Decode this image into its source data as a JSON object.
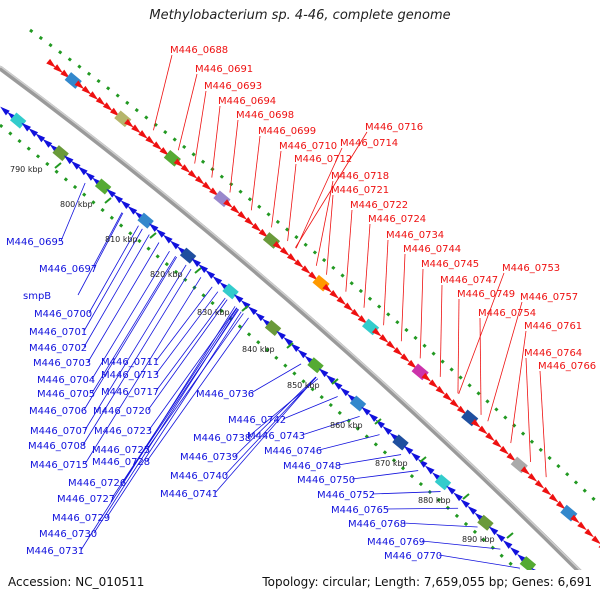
{
  "title": "Methylobacterium sp. 4-46, complete genome",
  "footer": {
    "accession": "Accession: NC_010511",
    "topology": "Topology: circular; Length: 7,659,055 bp; Genes: 6,691"
  },
  "colors": {
    "forward": "#ee1111",
    "reverse": "#1111dd",
    "backbone": "#888888",
    "dotted": "#229922"
  },
  "kbp_ticks": [
    "790 kbp",
    "800 kbp",
    "810 kbp",
    "820 kbp",
    "830 kbp",
    "840 kbp",
    "850 kbp",
    "860 kbp",
    "870 kbp",
    "880 kbp",
    "890 kbp"
  ],
  "forward_labels": [
    "M446_0688",
    "M446_0691",
    "M446_0693",
    "M446_0694",
    "M446_0698",
    "M446_0699",
    "M446_0710",
    "M446_0712",
    "M446_0716",
    "M446_0714",
    "M446_0718",
    "M446_0721",
    "M446_0722",
    "M446_0724",
    "M446_0734",
    "M446_0744",
    "M446_0745",
    "M446_0753",
    "M446_0747",
    "M446_0749",
    "M446_0757",
    "M446_0754",
    "M446_0761",
    "M446_0764",
    "M446_0766"
  ],
  "reverse_labels": [
    "M446_0695",
    "M446_0697",
    "smpB",
    "M446_0700",
    "M446_0701",
    "M446_0702",
    "M446_0703",
    "M446_0711",
    "M446_0713",
    "M446_0704",
    "M446_0705",
    "M446_0717",
    "M446_0706",
    "M446_0720",
    "M446_0707",
    "M446_0723",
    "M446_0708",
    "M446_0725",
    "M446_0728",
    "M446_0715",
    "M446_0726",
    "M446_0727",
    "M446_0729",
    "M446_0730",
    "M446_0731",
    "M446_0736",
    "M446_0742",
    "M446_0738",
    "M446_0743",
    "M446_0739",
    "M446_0740",
    "M446_0741",
    "M446_0746",
    "M446_0748",
    "M446_0750",
    "M446_0752",
    "M446_0765",
    "M446_0768",
    "M446_0769",
    "M446_0770"
  ]
}
